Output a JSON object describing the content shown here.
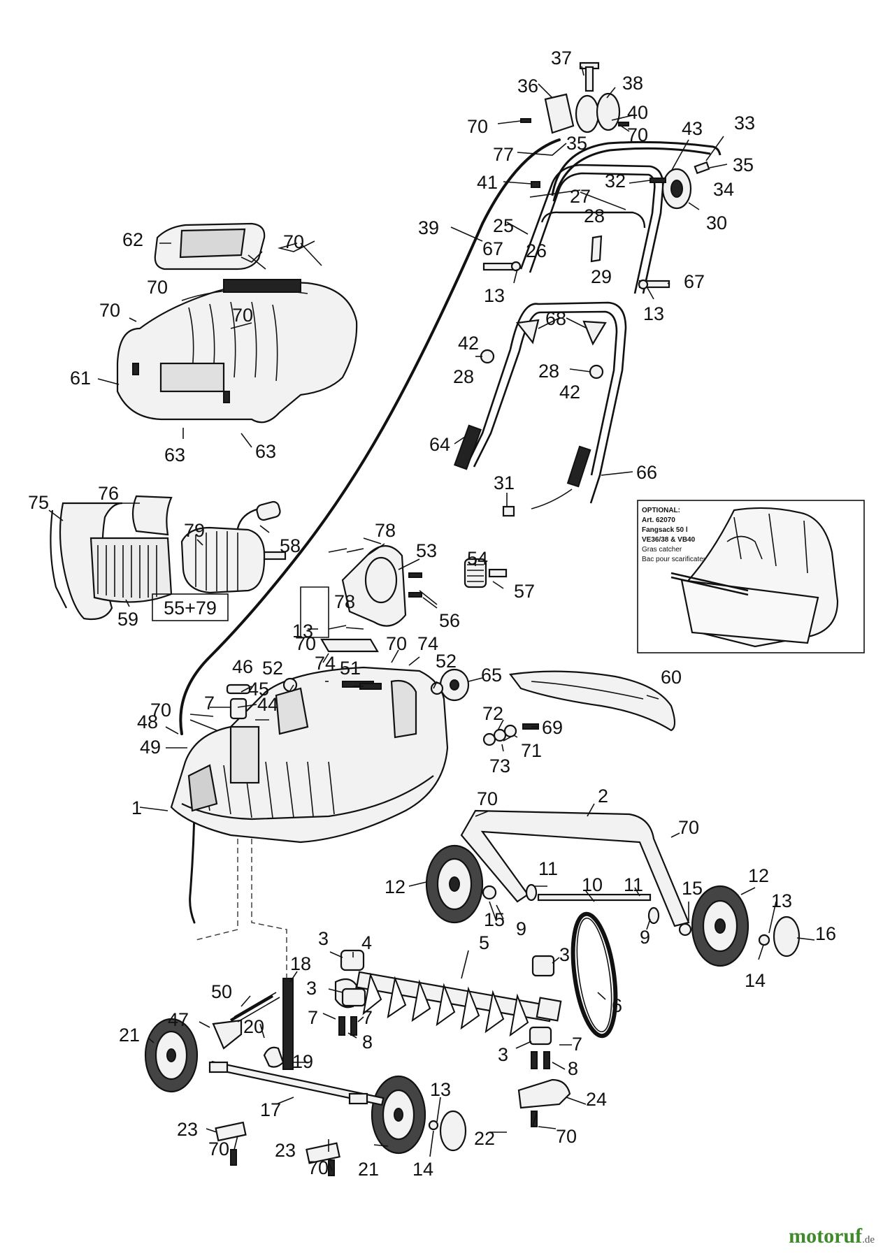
{
  "labels": [
    {
      "text": "37"
    },
    {
      "text": "36"
    },
    {
      "text": "38"
    },
    {
      "text": "70"
    },
    {
      "text": "40"
    },
    {
      "text": "70"
    },
    {
      "text": "43"
    },
    {
      "text": "33"
    },
    {
      "text": "35"
    },
    {
      "text": "77"
    },
    {
      "text": "35"
    },
    {
      "text": "41"
    },
    {
      "text": "32"
    },
    {
      "text": "34"
    },
    {
      "text": "27"
    },
    {
      "text": "28"
    },
    {
      "text": "30"
    },
    {
      "text": "39"
    },
    {
      "text": "25"
    },
    {
      "text": "26"
    },
    {
      "text": "67"
    },
    {
      "text": "29"
    },
    {
      "text": "13"
    },
    {
      "text": "67"
    },
    {
      "text": "13"
    },
    {
      "text": "68"
    },
    {
      "text": "42"
    },
    {
      "text": "28"
    },
    {
      "text": "28"
    },
    {
      "text": "42"
    },
    {
      "text": "64"
    },
    {
      "text": "66"
    },
    {
      "text": "31"
    },
    {
      "text": "62"
    },
    {
      "text": "70"
    },
    {
      "text": "70"
    },
    {
      "text": "70"
    },
    {
      "text": "70"
    },
    {
      "text": "61"
    },
    {
      "text": "63"
    },
    {
      "text": "63"
    },
    {
      "text": "75"
    },
    {
      "text": "76"
    },
    {
      "text": "79"
    },
    {
      "text": "58"
    },
    {
      "text": "59"
    },
    {
      "text": "78"
    },
    {
      "text": "53"
    },
    {
      "text": "54"
    },
    {
      "text": "57"
    },
    {
      "text": "78"
    },
    {
      "text": "56"
    },
    {
      "text": "13"
    },
    {
      "text": "70"
    },
    {
      "text": "70"
    },
    {
      "text": "74"
    },
    {
      "text": "74"
    },
    {
      "text": "52"
    },
    {
      "text": "51"
    },
    {
      "text": "52"
    },
    {
      "text": "65"
    },
    {
      "text": "46"
    },
    {
      "text": "45"
    },
    {
      "text": "7"
    },
    {
      "text": "44"
    },
    {
      "text": "60"
    },
    {
      "text": "70"
    },
    {
      "text": "48"
    },
    {
      "text": "72"
    },
    {
      "text": "69"
    },
    {
      "text": "49"
    },
    {
      "text": "71"
    },
    {
      "text": "73"
    },
    {
      "text": "1"
    },
    {
      "text": "70"
    },
    {
      "text": "2"
    },
    {
      "text": "70"
    },
    {
      "text": "12"
    },
    {
      "text": "11"
    },
    {
      "text": "10"
    },
    {
      "text": "11"
    },
    {
      "text": "15"
    },
    {
      "text": "12"
    },
    {
      "text": "13"
    },
    {
      "text": "15"
    },
    {
      "text": "9"
    },
    {
      "text": "9"
    },
    {
      "text": "16"
    },
    {
      "text": "14"
    },
    {
      "text": "3"
    },
    {
      "text": "4"
    },
    {
      "text": "5"
    },
    {
      "text": "3"
    },
    {
      "text": "18"
    },
    {
      "text": "3"
    },
    {
      "text": "6"
    },
    {
      "text": "50"
    },
    {
      "text": "7"
    },
    {
      "text": "7"
    },
    {
      "text": "8"
    },
    {
      "text": "47"
    },
    {
      "text": "7"
    },
    {
      "text": "21"
    },
    {
      "text": "20"
    },
    {
      "text": "3"
    },
    {
      "text": "19"
    },
    {
      "text": "8"
    },
    {
      "text": "13"
    },
    {
      "text": "24"
    },
    {
      "text": "17"
    },
    {
      "text": "22"
    },
    {
      "text": "23"
    },
    {
      "text": "70"
    },
    {
      "text": "23"
    },
    {
      "text": "70"
    },
    {
      "text": "21"
    },
    {
      "text": "14"
    },
    {
      "text": "70"
    }
  ],
  "boxed_label": "55+79",
  "optional_box": {
    "lines": [
      "OPTIONAL:",
      "Art. 62070",
      "Fangsack 50 l",
      "VE36/38 & VB40",
      "Gras catcher",
      "Bac pour scarificateur"
    ]
  },
  "footer": {
    "brand": "motoruf",
    "suffix": ".de"
  }
}
